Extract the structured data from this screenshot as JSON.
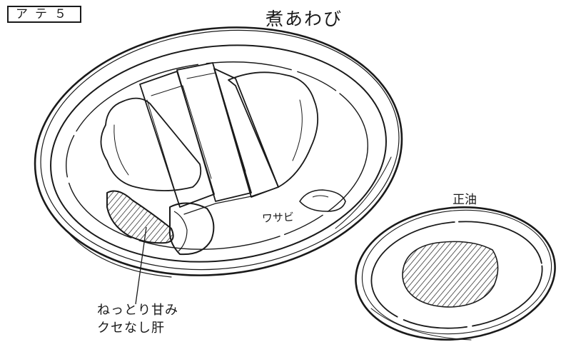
{
  "scene_tag": "アテ５",
  "dish_title": "煮あわび",
  "side_sauce_label": "正油",
  "wasabi_label": "ワサビ",
  "liver_note": [
    "ねっとり甘み",
    "クセなし肝"
  ],
  "colors": {
    "ink": "#1a1a1a",
    "paper": "#ffffff"
  }
}
